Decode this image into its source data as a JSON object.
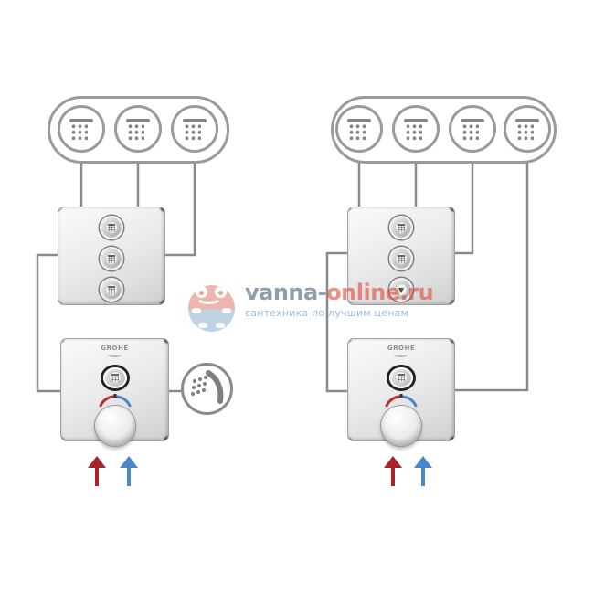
{
  "brand_label": "GROHE",
  "watermark": {
    "logo": "frog-icon",
    "brand_gray": "vanna-",
    "brand_red": "online.ru",
    "tagline": "сантехника по лучшим ценам"
  },
  "colors": {
    "hot_supply": "#a6252b",
    "cold_supply": "#4d86c6",
    "connector_line": "#8a8a8a",
    "outline_gray": "#9a9a9a",
    "watermark_gray": "#7c8c9c",
    "watermark_red": "#de4837"
  },
  "diagram_left": {
    "outlet_count": 3,
    "outlet_icons": [
      "shower-head-icon",
      "shower-head-icon",
      "shower-head-icon"
    ],
    "valve_panel": {
      "button_count": 3,
      "button_icons": [
        "shower-head-icon",
        "shower-head-icon",
        "shower-head-icon"
      ]
    },
    "thermostat_panel": {
      "brand_label": "GROHE",
      "button_icons": [
        "shower-head-icon"
      ],
      "has_temperature_dial": true
    },
    "hand_shower_badge": "hand-shower-icon",
    "supply_arrows": [
      "hot",
      "cold"
    ]
  },
  "diagram_right": {
    "outlet_count": 4,
    "outlet_icons": [
      "shower-head-icon",
      "shower-head-icon",
      "shower-head-icon",
      "shower-head-icon"
    ],
    "valve_panel": {
      "button_count": 3,
      "button_icons": [
        "shower-head-icon",
        "shower-head-icon",
        "spout-icon"
      ]
    },
    "thermostat_panel": {
      "brand_label": "GROHE",
      "button_icons": [
        "shower-head-icon"
      ],
      "has_temperature_dial": true
    },
    "supply_arrows": [
      "hot",
      "cold"
    ]
  }
}
